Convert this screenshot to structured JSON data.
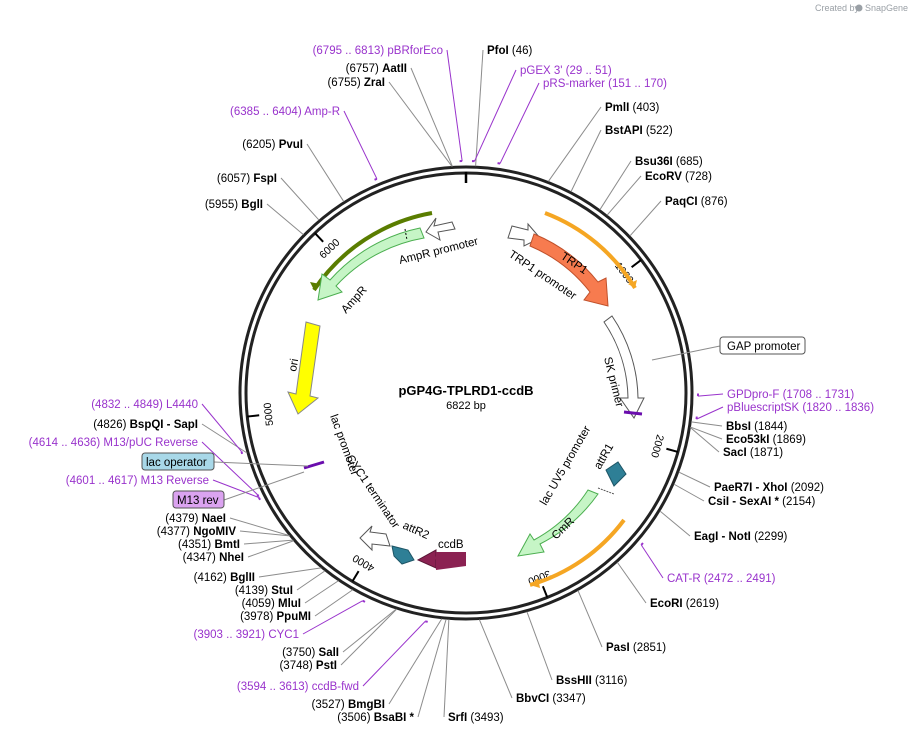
{
  "header": {
    "credit_prefix": "Created by",
    "credit_brand": "SnapGene"
  },
  "plasmid": {
    "name": "pGP4G-TPLRD1-ccdB",
    "size": "6822 bp",
    "length": 6822
  },
  "colors": {
    "backbone": "#222222",
    "site_line": "#8c8c8c",
    "primer": "#9933cc",
    "ampr": "#c6f5c6",
    "ampr_outline": "#4caf50",
    "ori": "#ffff00",
    "trp1": "#f77b4f",
    "attr": "#2e7f96",
    "ccdb": "#8b2252",
    "promoter": "#ffffff",
    "cmr": "#c6f5c6",
    "gene_bar": "#f5a623",
    "gene_bar_dark": "#5a7d00",
    "lac_operator": "#a8d8e8",
    "m13_box": "#dba3f0"
  },
  "ticks": [
    {
      "pos": 1000,
      "label": "1000"
    },
    {
      "pos": 2000,
      "label": "2000"
    },
    {
      "pos": 3000,
      "label": "3000"
    },
    {
      "pos": 4000,
      "label": "4000"
    },
    {
      "pos": 5000,
      "label": "5000"
    },
    {
      "pos": 6000,
      "label": "6000"
    }
  ],
  "sites": [
    {
      "name": "PfoI",
      "coord": "(46)",
      "pos": 46,
      "side": "right"
    },
    {
      "name": "PmlI",
      "coord": "(403)",
      "pos": 403,
      "side": "right"
    },
    {
      "name": "BstAPI",
      "coord": "(522)",
      "pos": 522,
      "side": "right"
    },
    {
      "name": "Bsu36I",
      "coord": "(685)",
      "pos": 685,
      "side": "right"
    },
    {
      "name": "EcoRV",
      "coord": "(728)",
      "pos": 728,
      "side": "right"
    },
    {
      "name": "PaqCI",
      "coord": "(876)",
      "pos": 876,
      "side": "right"
    },
    {
      "name": "BbsI",
      "coord": "(1844)",
      "pos": 1844,
      "side": "right"
    },
    {
      "name": "Eco53kI",
      "coord": "(1869)",
      "pos": 1869,
      "side": "right"
    },
    {
      "name": "SacI",
      "coord": "(1871)",
      "pos": 1871,
      "side": "right"
    },
    {
      "name": "PaeR7I",
      "name2": "XhoI",
      "coord": "(2092)",
      "pos": 2092,
      "side": "right"
    },
    {
      "name": "CsiI",
      "name2": "SexAI *",
      "coord": "(2154)",
      "pos": 2154,
      "side": "right"
    },
    {
      "name": "EagI",
      "name2": "NotI",
      "coord": "(2299)",
      "pos": 2299,
      "side": "right"
    },
    {
      "name": "EcoRI",
      "coord": "(2619)",
      "pos": 2619,
      "side": "right"
    },
    {
      "name": "PasI",
      "coord": "(2851)",
      "pos": 2851,
      "side": "right"
    },
    {
      "name": "BssHII",
      "coord": "(3116)",
      "pos": 3116,
      "side": "right"
    },
    {
      "name": "BbvCI",
      "coord": "(3347)",
      "pos": 3347,
      "side": "right"
    },
    {
      "name": "SrfI",
      "coord": "(3493)",
      "pos": 3493,
      "side": "right"
    },
    {
      "name": "BsaBI *",
      "coord": "(3506)",
      "pos": 3506,
      "side": "left"
    },
    {
      "name": "BmgBI",
      "coord": "(3527)",
      "pos": 3527,
      "side": "left"
    },
    {
      "name": "PstI",
      "coord": "(3748)",
      "pos": 3748,
      "side": "left"
    },
    {
      "name": "SalI",
      "coord": "(3750)",
      "pos": 3750,
      "side": "left"
    },
    {
      "name": "PpuMI",
      "coord": "(3978)",
      "pos": 3978,
      "side": "left"
    },
    {
      "name": "MluI",
      "coord": "(4059)",
      "pos": 4059,
      "side": "left"
    },
    {
      "name": "StuI",
      "coord": "(4139)",
      "pos": 4139,
      "side": "left"
    },
    {
      "name": "BglII",
      "coord": "(4162)",
      "pos": 4162,
      "side": "left"
    },
    {
      "name": "NheI",
      "coord": "(4347)",
      "pos": 4347,
      "side": "left"
    },
    {
      "name": "BmtI",
      "coord": "(4351)",
      "pos": 4351,
      "side": "left"
    },
    {
      "name": "NgoMIV",
      "coord": "(4377)",
      "pos": 4377,
      "side": "left"
    },
    {
      "name": "NaeI",
      "coord": "(4379)",
      "pos": 4379,
      "side": "left"
    },
    {
      "name": "BspQI",
      "name2": "SapI",
      "coord": "(4826)",
      "pos": 4826,
      "side": "left"
    },
    {
      "name": "BglI",
      "coord": "(5955)",
      "pos": 5955,
      "side": "left"
    },
    {
      "name": "FspI",
      "coord": "(6057)",
      "pos": 6057,
      "side": "left"
    },
    {
      "name": "PvuI",
      "coord": "(6205)",
      "pos": 6205,
      "side": "left"
    },
    {
      "name": "ZraI",
      "coord": "(6755)",
      "pos": 6755,
      "side": "left"
    },
    {
      "name": "AatII",
      "coord": "(6757)",
      "pos": 6757,
      "side": "left"
    }
  ],
  "primers": [
    {
      "name": "pBRforEco",
      "range": "(6795 .. 6813)",
      "pos": 6804,
      "side": "left"
    },
    {
      "name": "pGEX 3'",
      "range": "(29 .. 51)",
      "pos": 40,
      "side": "right"
    },
    {
      "name": "pRS-marker",
      "range": "(151 .. 170)",
      "pos": 160,
      "side": "right"
    },
    {
      "name": "Amp-R",
      "range": "(6385 .. 6404)",
      "pos": 6394,
      "side": "left"
    },
    {
      "name": "GPDpro-F",
      "range": "(1708 .. 1731)",
      "pos": 1720,
      "side": "right"
    },
    {
      "name": "pBluescriptSK",
      "range": "(1820 .. 1836)",
      "pos": 1828,
      "side": "right"
    },
    {
      "name": "CAT-R",
      "range": "(2472 .. 2491)",
      "pos": 2481,
      "side": "right"
    },
    {
      "name": "CYC1",
      "range": "(3903 .. 3921)",
      "pos": 3912,
      "side": "left"
    },
    {
      "name": "ccdB-fwd",
      "range": "(3594 .. 3613)",
      "pos": 3603,
      "side": "left"
    },
    {
      "name": "L4440",
      "range": "(4832 .. 4849)",
      "pos": 4840,
      "side": "left"
    },
    {
      "name": "M13/pUC Reverse",
      "range": "(4614 .. 4636)",
      "pos": 4625,
      "side": "left"
    },
    {
      "name": "M13 Reverse",
      "range": "(4601 .. 4617)",
      "pos": 4609,
      "side": "left"
    }
  ],
  "boxed_labels": [
    {
      "name": "GAP promoter",
      "pos": 1500
    },
    {
      "name": "lac operator",
      "pos": 4660
    },
    {
      "name": "M13 rev",
      "pos": 4590
    }
  ],
  "features": [
    {
      "name": "TRP1",
      "kind": "trp1"
    },
    {
      "name": "TRP1 promoter",
      "kind": "promoter"
    },
    {
      "name": "AmpR promoter",
      "kind": "promoter"
    },
    {
      "name": "AmpR",
      "kind": "ampr"
    },
    {
      "name": "ori",
      "kind": "ori"
    },
    {
      "name": "SK primer",
      "kind": "promoter"
    },
    {
      "name": "lac UV5 promoter",
      "kind": "promoter"
    },
    {
      "name": "attR1",
      "kind": "attr"
    },
    {
      "name": "CmR",
      "kind": "cmr"
    },
    {
      "name": "ccdB",
      "kind": "ccdb"
    },
    {
      "name": "attR2",
      "kind": "attr"
    },
    {
      "name": "CYC1 terminator",
      "kind": "promoter"
    },
    {
      "name": "lac promoter",
      "kind": "promoter"
    }
  ]
}
